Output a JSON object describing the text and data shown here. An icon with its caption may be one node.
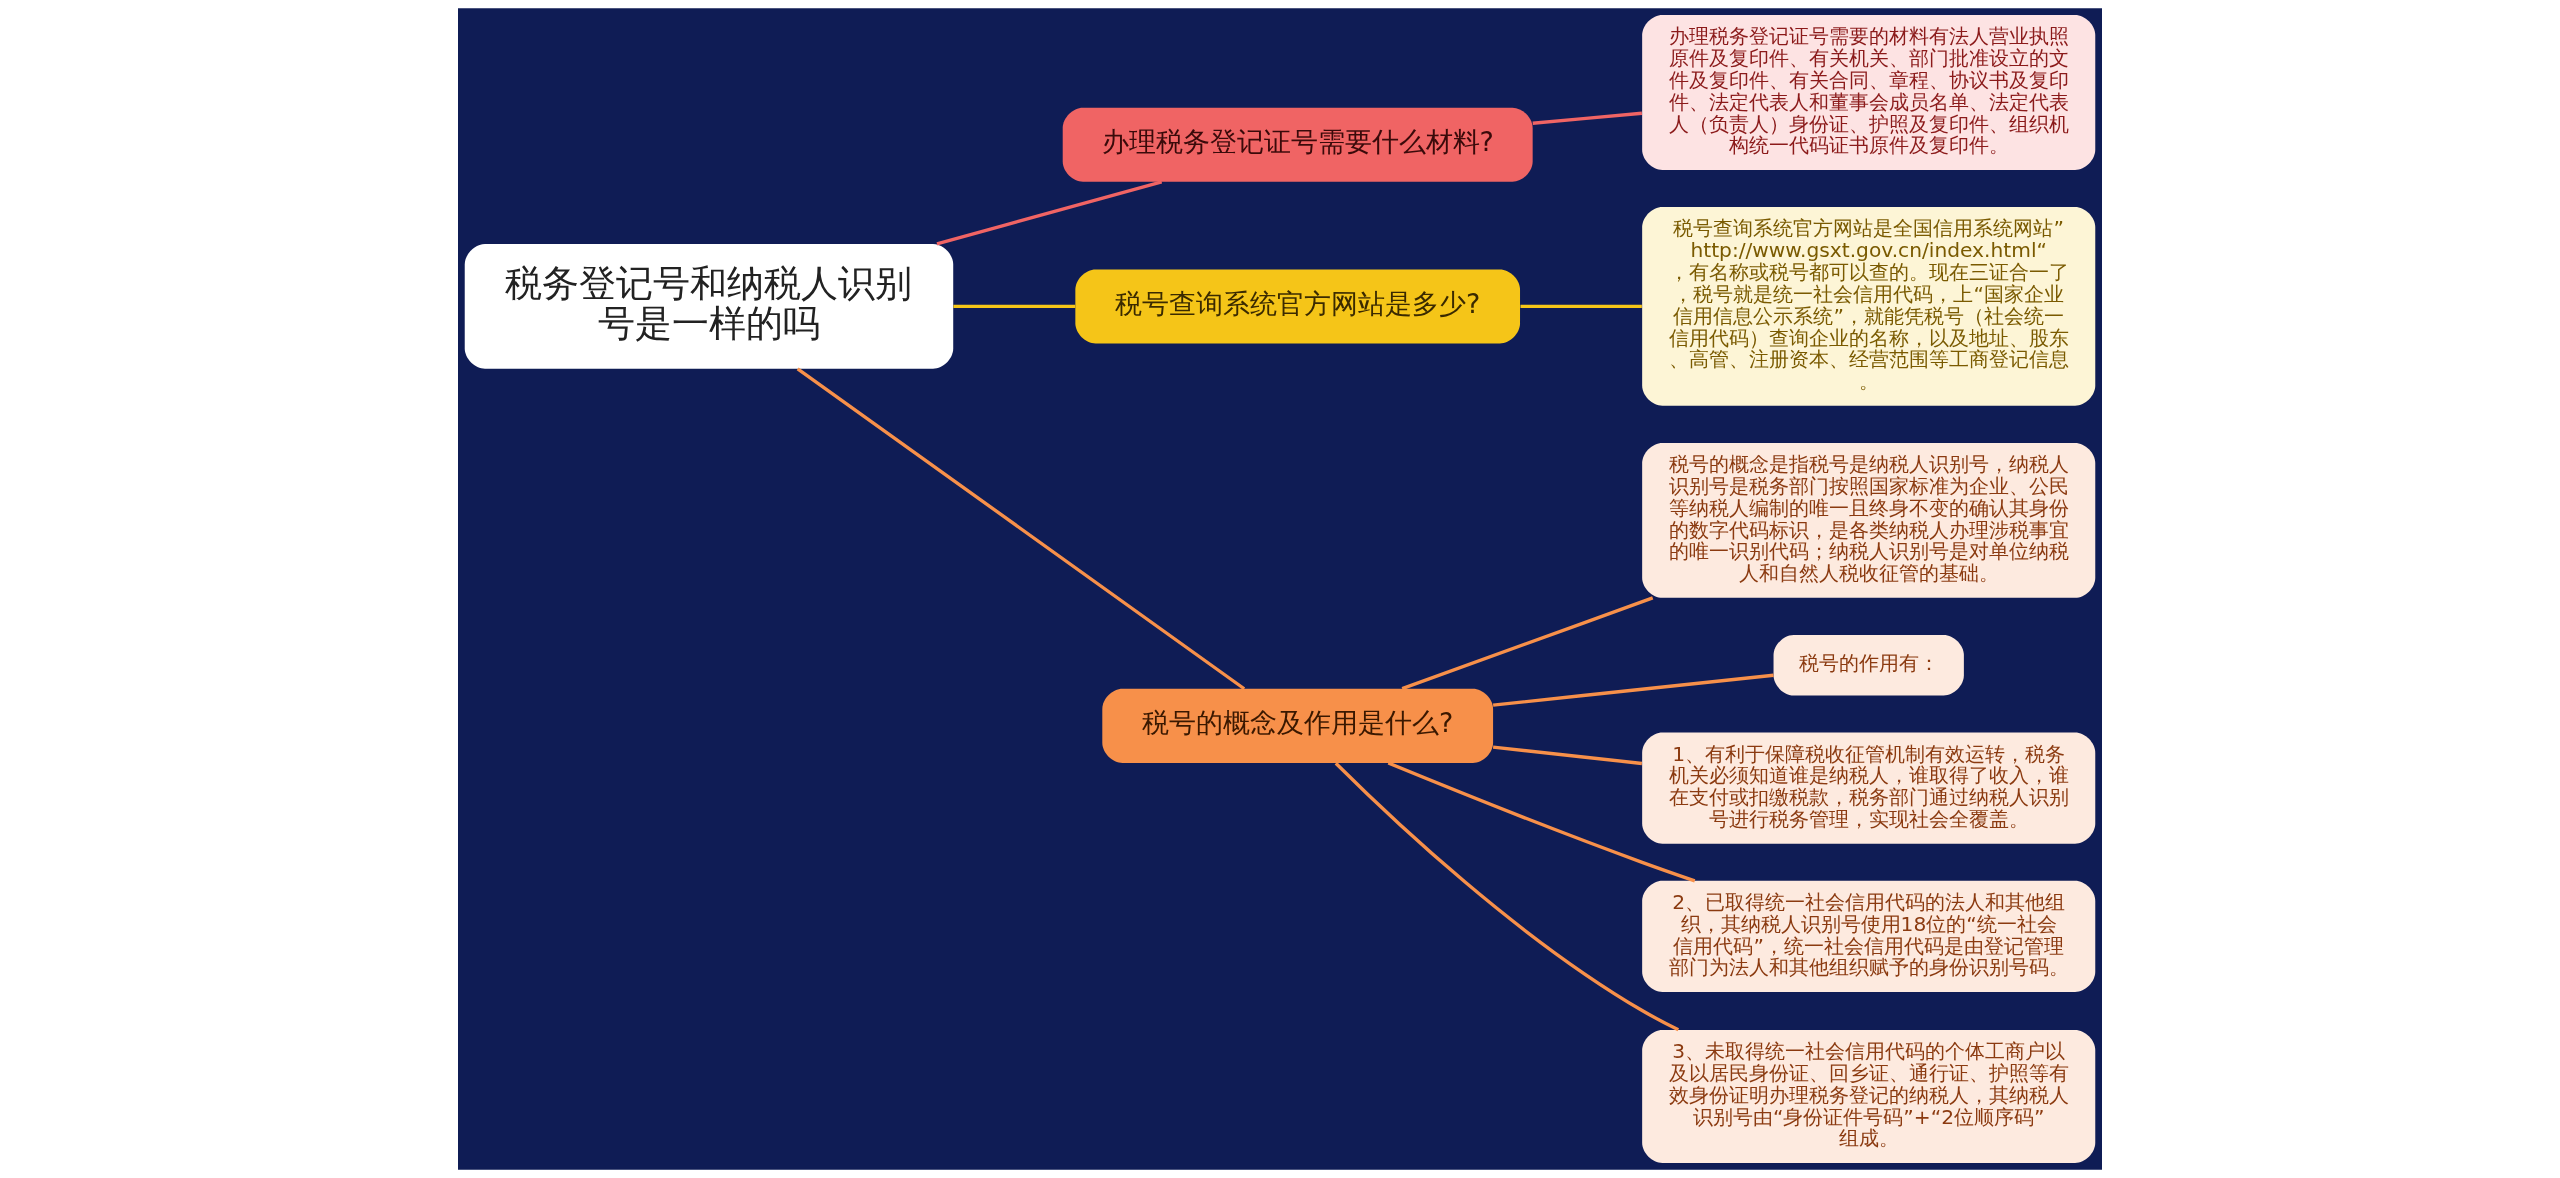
{
  "diagram": {
    "nodes": [
      {
        "text": [
          "税务登记号和纳税人识别号是一样的吗"
        ]
      },
      {
        "text": [
          "办理税务登记证号需要什么材料?"
        ]
      },
      {
        "text": [
          "办理税务登记证号需要的材料有法人营业执照原件及复印件、有关机关、部门批准设立的文件及复印件、有关合同、章程、协议书及复印件、法定代表人和董事会成员名单、法定代表人（负责人）身份证、护照及复印件、组织机构统一代码证书原件及复印件。"
        ]
      },
      {
        "text": [
          "税号查询系统官方网站是多少?"
        ]
      },
      {
        "text": [
          "税号查询系统官方网站是全国信用系统网站” http://www.gsxt.gov.cn/index.html“，有名称或税号都可以查的。现在三证合一了，税号就是统一社会信用代码，上“国家企业信用信息公示系统”，就能凭税号（社会统一信用代码）查询企业的名称，以及地址、股东、高管、注册资本、经营范围等工商登记信息。"
        ]
      },
      {
        "text": [
          "税号的概念及作用是什么?"
        ]
      },
      {
        "text": [
          "税号的概念是指税号是纳税人识别号，纳税人识别号是税务部门按照国家标准为企业、公民等纳税人编制的唯一且终身不变的确认其身份的数字代码标识，是各类纳税人办理涉税事宜的唯一识别代码；纳税人识别号是对单位纳税人和自然人税收征管的基础。"
        ]
      },
      {
        "text": [
          "税号的作用有："
        ]
      },
      {
        "text": [
          "1、有利于保障税收征管机制有效运转，税务机关必须知道谁是纳税人，谁取得了收入，谁在支付或扣缴税款，税务部门通过纳税人识别号进行税务管理，实现社会全覆盖。"
        ]
      },
      {
        "text": [
          "2、已取得统一社会信用代码的法人和其他组织，其纳税人识别号使用18位的“统一社会信用代码”，统一社会信用代码是由登记管理部门为法人和其他组织赋予的身份识别号码。"
        ]
      },
      {
        "text": [
          "3、未取得统一社会信用代码的个体工商户以及以居民身份证、回乡证、通行证、护照等有效身份证明办理税务登记的纳税人，其纳税人识别号由“身份证件号码”+“2位顺序码”组成。"
        ]
      }
    ],
    "edges": [
      {
        "from": 0,
        "to": 1,
        "arrow": "none",
        "color": "#f06464"
      },
      {
        "from": 1,
        "to": 2,
        "arrow": "none",
        "color": "#f06464"
      },
      {
        "from": 0,
        "to": 3,
        "arrow": "none",
        "color": "#f5c518"
      },
      {
        "from": 3,
        "to": 4,
        "arrow": "none",
        "color": "#f5c518"
      },
      {
        "from": 0,
        "to": 5,
        "arrow": "none"
      },
      {
        "from": 5,
        "to": 6,
        "arrow": "none"
      },
      {
        "from": 5,
        "to": 7,
        "arrow": "none"
      },
      {
        "from": 5,
        "to": 8,
        "arrow": "none"
      },
      {
        "from": 5,
        "to": 9,
        "arrow": "none"
      },
      {
        "from": 5,
        "to": 10,
        "arrow": "none"
      }
    ]
  }
}
